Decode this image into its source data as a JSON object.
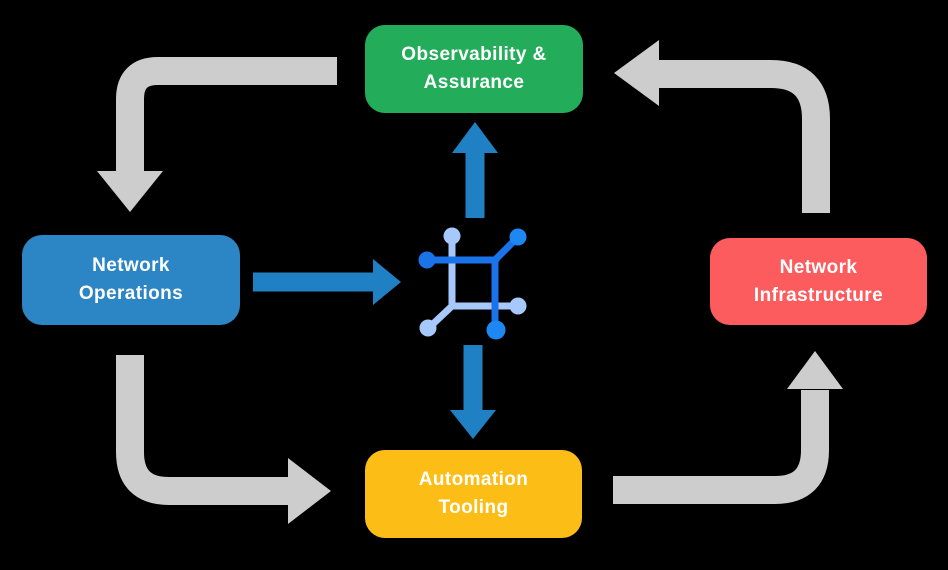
{
  "diagram": {
    "description": "Closed-loop network automation cycle with central platform icon",
    "background_color": "#000000",
    "nodes": {
      "observability": {
        "line1": "Observability &",
        "line2": "Assurance",
        "color": "#23ad5a"
      },
      "operations": {
        "line1": "Network",
        "line2": "Operations",
        "color": "#2c85c4"
      },
      "infrastructure": {
        "line1": "Network",
        "line2": "Infrastructure",
        "color": "#fd5c5e"
      },
      "tooling": {
        "line1": "Automation",
        "line2": "Tooling",
        "color": "#fcbd17"
      }
    },
    "colors": {
      "cycle_arrow": "#cdcdcd",
      "flow_arrow": "#1f80c3",
      "icon_dark": "#1a73e8",
      "icon_bright": "#1e88f2",
      "icon_light": "#a6c8fa",
      "node_text": "#ffffff"
    },
    "edges": [
      {
        "from": "observability",
        "to": "operations",
        "style": "gray-elbow"
      },
      {
        "from": "operations",
        "to": "tooling",
        "style": "gray-elbow"
      },
      {
        "from": "tooling",
        "to": "infrastructure",
        "style": "gray-elbow"
      },
      {
        "from": "infrastructure",
        "to": "observability",
        "style": "gray-elbow"
      },
      {
        "from": "operations",
        "to": "platform-icon",
        "style": "blue-straight"
      },
      {
        "from": "platform-icon",
        "to": "observability",
        "style": "blue-straight"
      },
      {
        "from": "platform-icon",
        "to": "tooling",
        "style": "blue-straight"
      }
    ]
  }
}
